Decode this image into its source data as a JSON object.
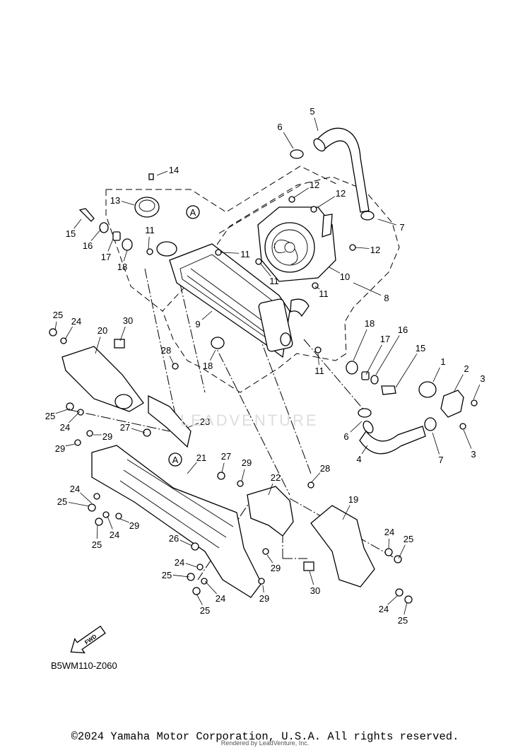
{
  "diagram": {
    "code": "B5WM110-Z060",
    "fwd_label": "FWD",
    "section_label_a": "A",
    "watermark": "LEADVENTURE",
    "copyright": "©2024 Yamaha Motor Corporation, U.S.A. All rights reserved.",
    "rendered_by": "Rendered by LeadVenture, Inc.",
    "callouts": [
      "1",
      "2",
      "3",
      "3",
      "4",
      "5",
      "6",
      "6",
      "7",
      "7",
      "8",
      "9",
      "10",
      "11",
      "11",
      "11",
      "11",
      "11",
      "12",
      "12",
      "12",
      "13",
      "14",
      "15",
      "15",
      "16",
      "16",
      "17",
      "17",
      "18",
      "18",
      "18",
      "19",
      "20",
      "21",
      "22",
      "23",
      "24",
      "24",
      "24",
      "24",
      "24",
      "24",
      "24",
      "24",
      "25",
      "25",
      "25",
      "25",
      "25",
      "25",
      "25",
      "25",
      "26",
      "27",
      "27",
      "28",
      "28",
      "29",
      "29",
      "29",
      "29",
      "29",
      "29",
      "30",
      "30"
    ]
  }
}
